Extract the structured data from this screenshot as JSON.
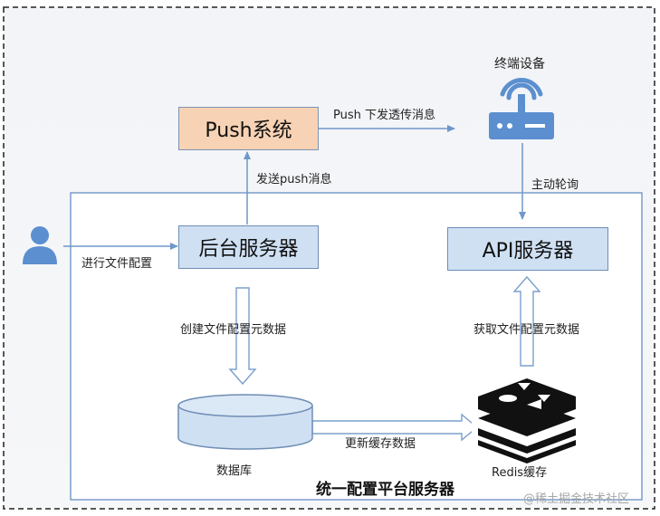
{
  "nodes": {
    "push_system": "Push系统",
    "backend_server": "后台服务器",
    "api_server": "API服务器",
    "database": "数据库",
    "redis": "Redis缓存",
    "terminal": "终端设备"
  },
  "edges": {
    "push_down": "Push 下发透传消息",
    "send_push": "发送push消息",
    "poll": "主动轮询",
    "config_file": "进行文件配置",
    "create_meta": "创建文件配置元数据",
    "get_meta": "获取文件配置元数据",
    "update_cache": "更新缓存数据"
  },
  "container_title": "统一配置平台服务器",
  "watermark": "@稀土掘金技术社区",
  "colors": {
    "box_fill": "#cfe0f3",
    "box_border": "#6f8db5",
    "push_fill": "#f7d2b4",
    "accent": "#5b8fcf",
    "line": "#7aa0cc"
  },
  "icons": [
    "user-icon",
    "router-icon",
    "redis-logo-icon",
    "database-cylinder-icon"
  ]
}
